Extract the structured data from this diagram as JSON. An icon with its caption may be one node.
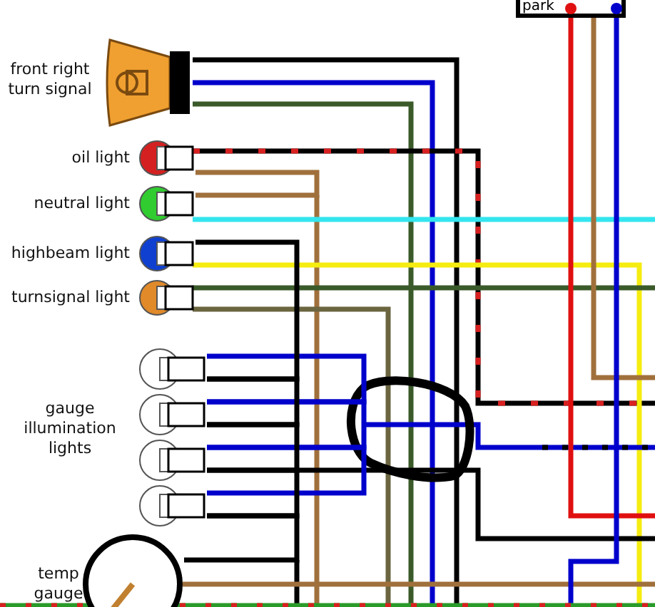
{
  "diagram": {
    "nodes": [
      {
        "text": [],
        "shape": "picture",
        "beside": [
          "front right turn signal"
        ]
      },
      {
        "text": [],
        "shape": "circle",
        "beside": [
          "oil light"
        ]
      },
      {
        "text": [],
        "shape": "circle",
        "beside": [
          "neutral light"
        ]
      },
      {
        "text": [],
        "shape": "circle",
        "beside": [
          "highbeam light"
        ]
      },
      {
        "text": [],
        "shape": "circle",
        "beside": [
          "turnsignal light"
        ]
      },
      {
        "text": [],
        "shape": "circle"
      },
      {
        "text": [],
        "shape": "circle"
      },
      {
        "text": [],
        "shape": "circle"
      },
      {
        "text": [],
        "shape": "circle"
      },
      {
        "text": [],
        "shape": "circle",
        "beside": [
          "temp gauge"
        ]
      },
      {
        "text": [
          "park"
        ]
      }
    ],
    "edges": [
      {
        "from": 1,
        "to": 2,
        "arrow": "none",
        "color": "#a0703c"
      },
      {
        "from": 5,
        "to": 6,
        "arrow": "none",
        "color": "#0000cc"
      },
      {
        "from": 6,
        "to": 7,
        "arrow": "none",
        "color": "#0000cc"
      },
      {
        "from": 7,
        "to": 8,
        "arrow": "none",
        "color": "#0000cc"
      },
      {
        "from": 3,
        "to": 5,
        "arrow": "none",
        "color": "#000000"
      },
      {
        "from": 5,
        "to": 6,
        "arrow": "none",
        "color": "#000000"
      },
      {
        "from": 6,
        "to": 7,
        "arrow": "none",
        "color": "#000000"
      },
      {
        "from": 7,
        "to": 8,
        "arrow": "none",
        "color": "#000000"
      },
      {
        "from": 8,
        "to": 9,
        "arrow": "none",
        "color": "#000000"
      }
    ],
    "labels": [
      "gauge illumination lights"
    ]
  }
}
